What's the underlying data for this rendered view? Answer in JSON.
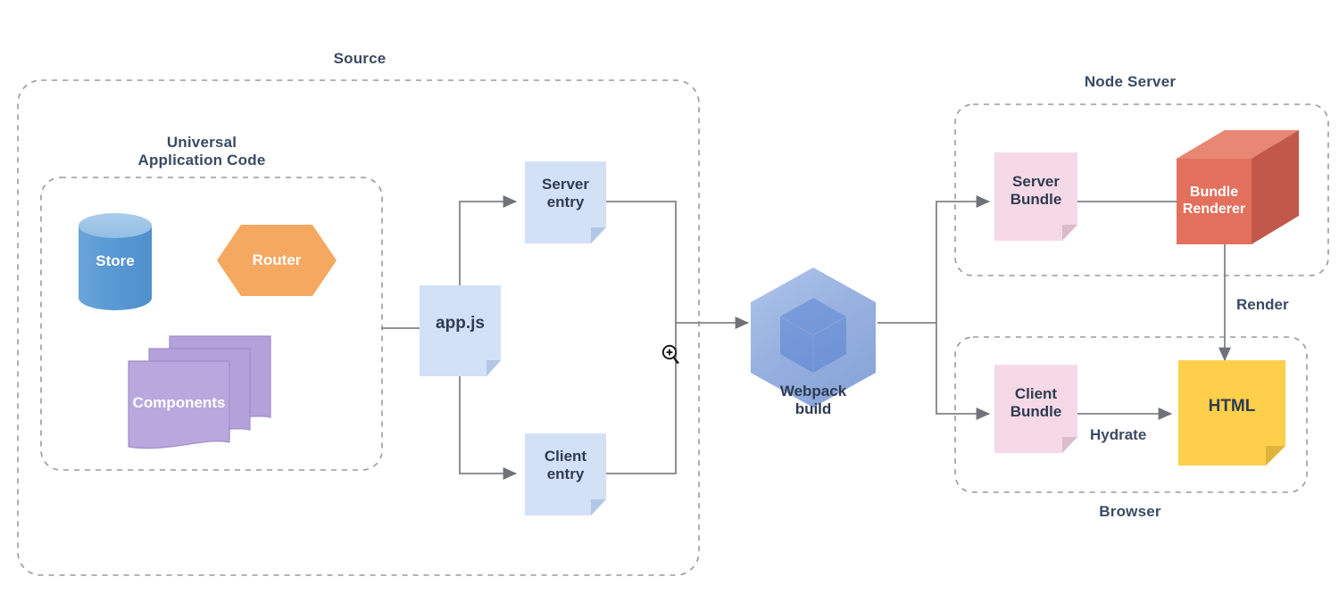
{
  "diagram": {
    "title_groups": {
      "source": "Source",
      "universal": "Universal\nApplication Code",
      "universal_line1": "Universal",
      "universal_line2": "Application Code",
      "node_server": "Node Server",
      "browser": "Browser"
    },
    "nodes": {
      "store": {
        "label": "Store",
        "shape": "cylinder",
        "color": "#5b9bd5",
        "top_color": "#9dc3e6"
      },
      "router": {
        "label": "Router",
        "shape": "hexagon",
        "color": "#f4a860"
      },
      "components": {
        "label": "Components",
        "shape": "document-stack",
        "color": "#b3a2d9"
      },
      "app_js": {
        "label": "app.js",
        "shape": "document",
        "color": "#d3e1f7"
      },
      "server_entry": {
        "label": "Server\nentry",
        "line1": "Server",
        "line2": "entry",
        "shape": "document",
        "color": "#d3e1f7"
      },
      "client_entry": {
        "label": "Client\nentry",
        "line1": "Client",
        "line2": "entry",
        "shape": "document",
        "color": "#d3e1f7"
      },
      "webpack": {
        "label": "Webpack\nbuild",
        "line1": "Webpack",
        "line2": "build",
        "shape": "webpack-logo",
        "color": "#8eaadd"
      },
      "server_bundle": {
        "label": "Server\nBundle",
        "line1": "Server",
        "line2": "Bundle",
        "shape": "document",
        "color": "#f6d9e6"
      },
      "bundle_renderer": {
        "label": "Bundle\nRenderer",
        "line1": "Bundle",
        "line2": "Renderer",
        "shape": "cube",
        "color": "#e2705c"
      },
      "client_bundle": {
        "label": "Client\nBundle",
        "line1": "Client",
        "line2": "Bundle",
        "shape": "document",
        "color": "#f6d9e6"
      },
      "html": {
        "label": "HTML",
        "shape": "document",
        "color": "#fdcf4a"
      }
    },
    "edge_labels": {
      "render": "Render",
      "hydrate": "Hydrate"
    },
    "cursor": {
      "icon": "zoom-in-cursor"
    },
    "colors": {
      "text": "#3b4a63",
      "connector": "#76797d",
      "dashed_border": "#9a9a9a",
      "background": "#ffffff"
    }
  }
}
